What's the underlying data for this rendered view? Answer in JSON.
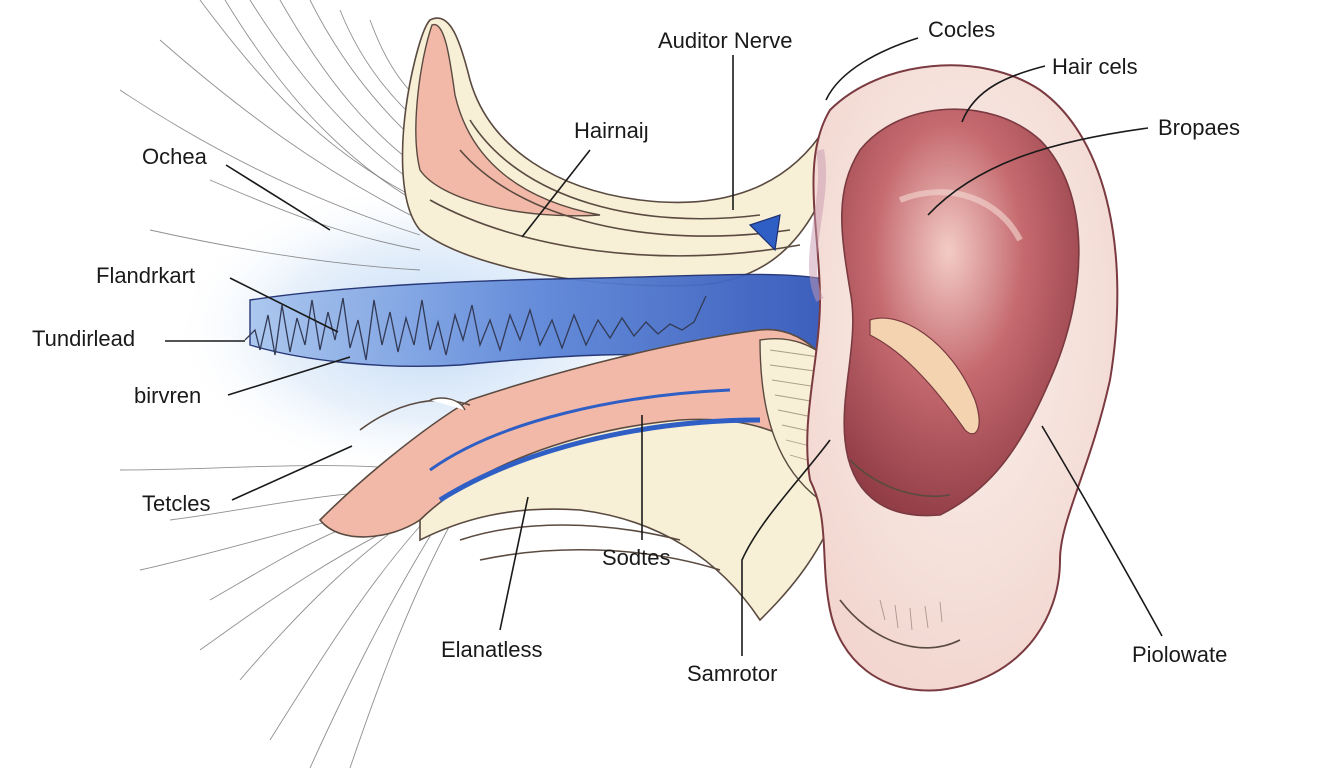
{
  "labels": {
    "auditor_nerve": "Auditor Nerve",
    "cocles": "Cocles",
    "hair_cels": "Hair cels",
    "bropaes": "Bropaes",
    "hairnai": "Hairnaiȷ",
    "ochea": "Ochea",
    "flandrkart": "Flandrkart",
    "tundirlead": "Tundirlead",
    "birvren": "birvren",
    "tetcles": "Tetcles",
    "sodtes": "Sodtes",
    "elanatless": "Elanatless",
    "samrotor": "Samrotor",
    "piolowate": "Piolowate"
  },
  "colors": {
    "canal_blue": "#2f5fc4",
    "glow_blue": "#bcd6f5",
    "tissue_pink": "#f2b9a8",
    "bone_cream": "#f7efd6",
    "pinna_red": "#b0505a",
    "pinna_light": "#f6e2dc"
  }
}
